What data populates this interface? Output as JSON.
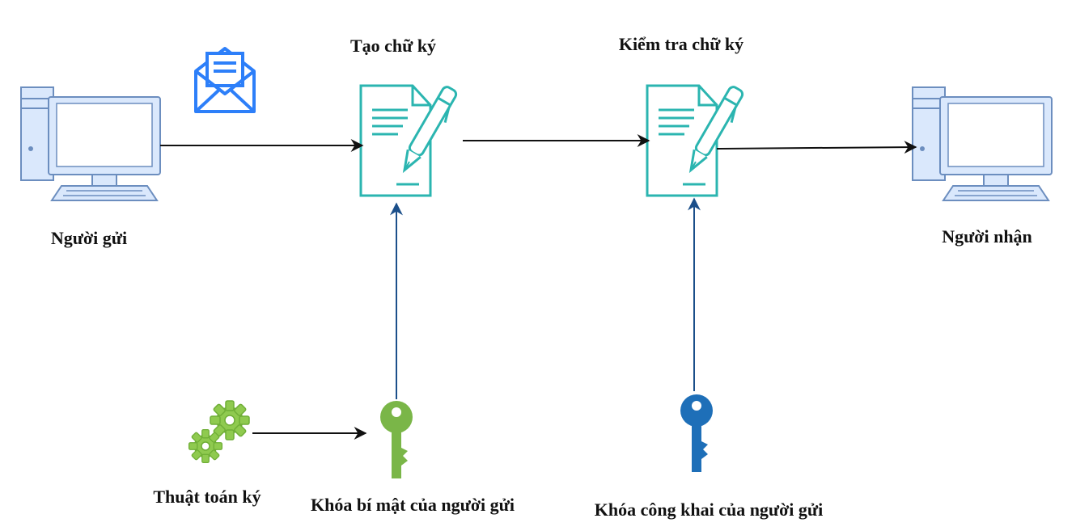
{
  "labels": {
    "sender": "Người gửi",
    "create_signature": "Tạo chữ ký",
    "verify_signature": "Kiểm tra chữ ký",
    "receiver": "Người nhận",
    "signing_algorithm": "Thuật toán ký",
    "sender_private_key": "Khóa bí mật của người gửi",
    "sender_public_key": "Khóa công khai của người gửi"
  },
  "colors": {
    "arrow_black": "#111111",
    "arrow_blue": "#1b4f8a",
    "computer_stroke": "#6c8ebf",
    "computer_fill": "#dae8fc",
    "document_teal": "#2bb5b0",
    "envelope_blue": "#2d7ff9",
    "private_key_green": "#7ab648",
    "public_key_blue": "#1e6fb8",
    "gear_green": "#8fca4f"
  },
  "icons": {
    "sender_computer": "desktop-computer-icon",
    "receiver_computer": "desktop-computer-icon",
    "message": "envelope-icon",
    "create_doc": "document-signature-icon",
    "verify_doc": "document-signature-icon",
    "algorithm": "gears-icon",
    "private_key": "key-icon",
    "public_key": "key-icon"
  }
}
